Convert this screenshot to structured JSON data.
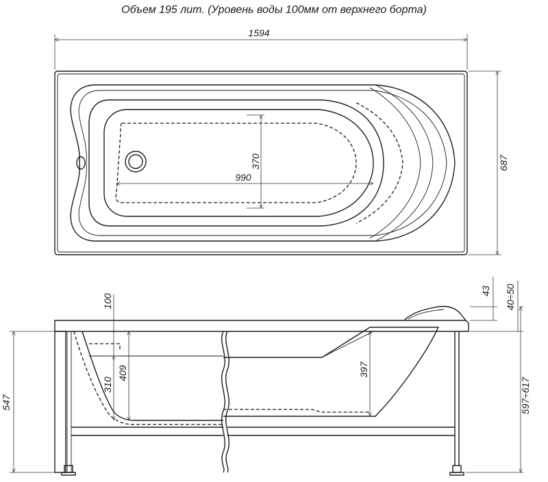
{
  "title": "Объем 195 лит. (Уровень воды 100мм от верхнего борта)",
  "dimensions": {
    "length": "1594",
    "width": "687",
    "inner_length": "990",
    "inner_width": "370",
    "water_depth": "100",
    "rim": "43",
    "feet_adjust": "40÷50",
    "depth_409": "409",
    "depth_310": "310",
    "depth_397": "397",
    "height_547": "547",
    "height_range": "597÷617"
  }
}
